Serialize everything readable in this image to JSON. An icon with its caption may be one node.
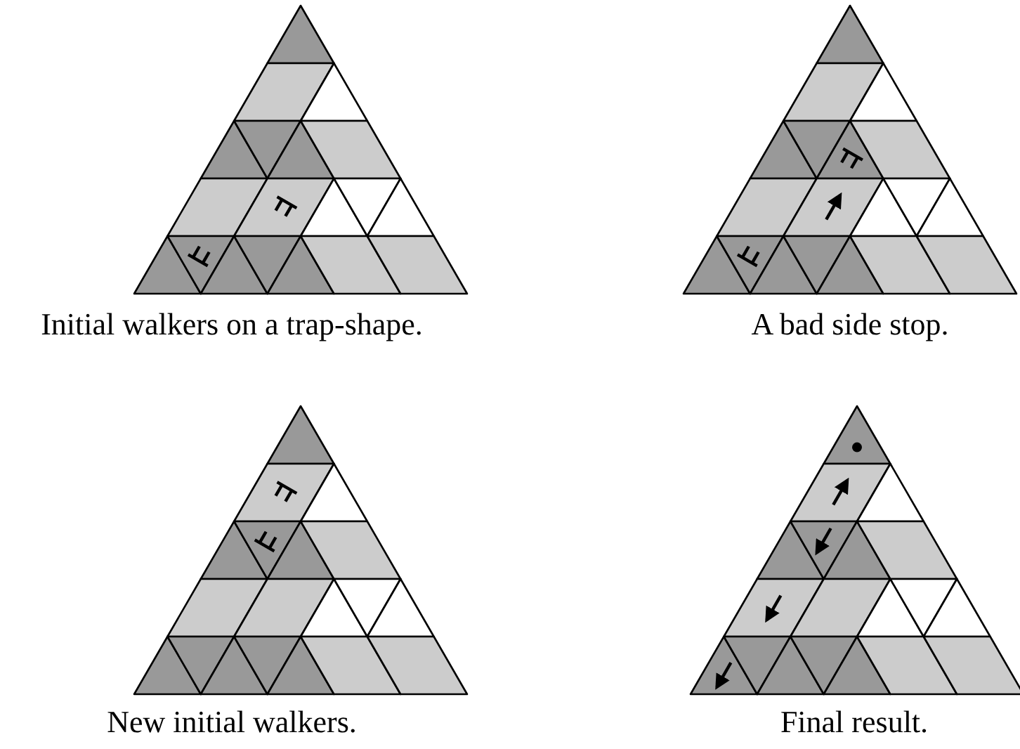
{
  "diagram": {
    "labels": [
      "Initial walkers on a trap-shape.",
      "A bad side stop.",
      "New initial walkers.",
      "Final result."
    ]
  }
}
